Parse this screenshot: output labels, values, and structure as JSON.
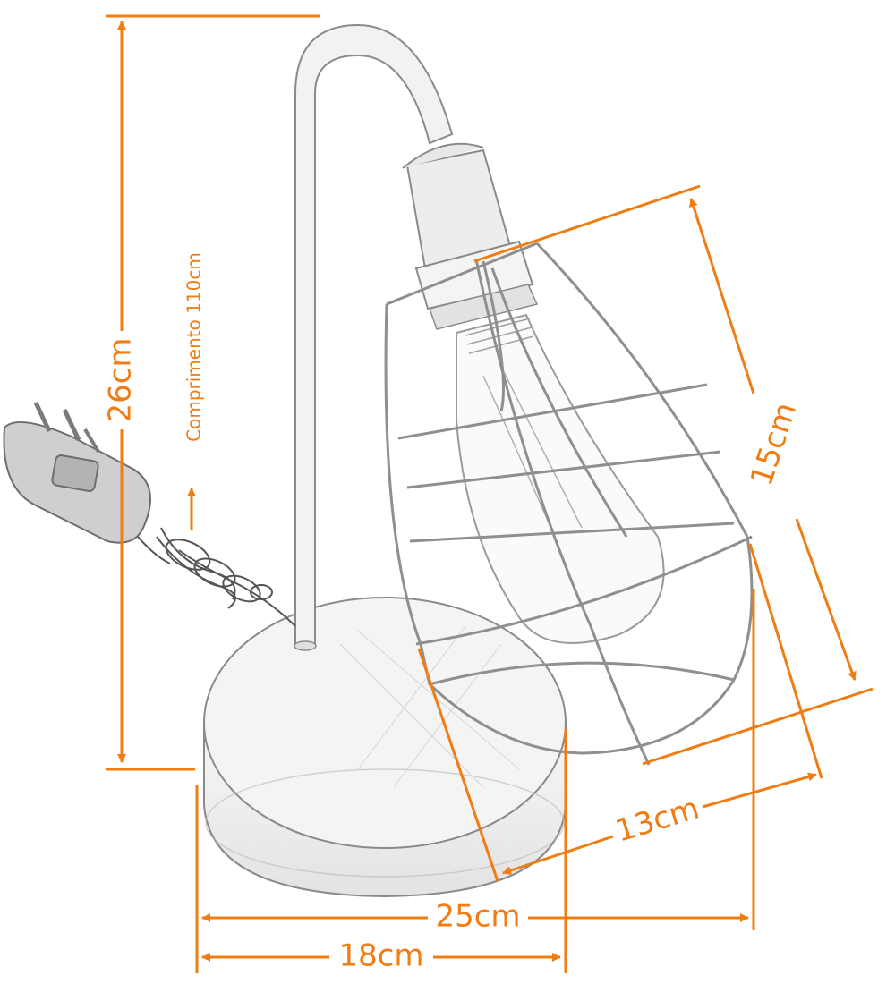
{
  "labels": {
    "height": "26cm",
    "cable": "Comprimento 110cm",
    "cage_height": "15cm",
    "cage_width": "13cm",
    "total_width": "25cm",
    "base_width": "18cm"
  },
  "colors": {
    "dimension": "#f07c14",
    "outline": "#8a8a8a",
    "fill": "#f2f2f2",
    "plug": "#cfcfcf",
    "cable": "#555555"
  },
  "icons": {
    "product": "table-lamp-illustration",
    "plug": "power-plug-icon",
    "bulb": "filament-bulb-icon"
  }
}
